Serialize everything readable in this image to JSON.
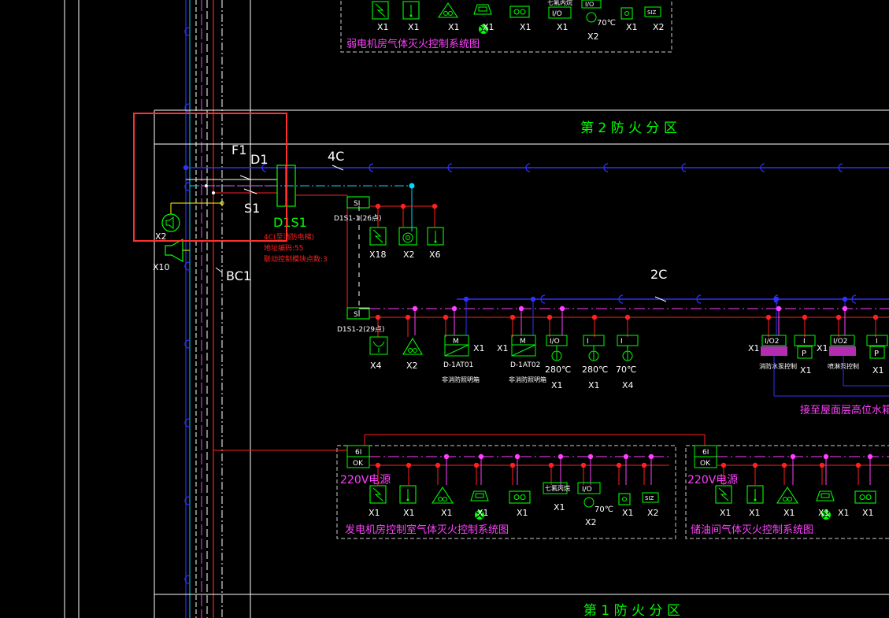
{
  "zones": {
    "zone2": "第 2 防 火 分 区",
    "zone1": "第 1 防 火 分 区"
  },
  "panels": {
    "top": {
      "title": "弱电机房气体灭火控制系统图"
    },
    "generator": {
      "title": "发电机房控制室气体灭火控制系统图",
      "power": "220V电源",
      "module_top": "6I",
      "module_bot": "OK"
    },
    "oil": {
      "title": "储油间气体灭火控制系统图",
      "power": "220V电源",
      "module_top": "6I",
      "module_bot": "OK"
    }
  },
  "selection": {
    "labels": {
      "f1": "F1",
      "d1": "D1",
      "s1": "S1",
      "d1s1": "D1S1",
      "x2": "X2",
      "x10": "X10",
      "bc1": "BC1"
    },
    "notes": [
      "4C(至消防电梯)",
      "地址编码:55",
      "联动控制模块点数:3"
    ]
  },
  "bus": {
    "label_4c": "4C",
    "label_2c": "2C",
    "si1": "D1S1-1(26点)",
    "si2": "D1S1-2(29点)",
    "si_box": "SI"
  },
  "row1_devices": [
    {
      "label": "X18",
      "icon": "smoke-detector-icon"
    },
    {
      "label": "X2",
      "icon": "sounder-icon"
    },
    {
      "label": "X6",
      "icon": "manual-call-point-icon"
    }
  ],
  "row2_devices": [
    {
      "box": "",
      "label": "X4",
      "icon": "heat-detector-icon"
    },
    {
      "box": "",
      "label": "X2",
      "icon": "alarm-bell-icon"
    },
    {
      "box": "M",
      "label": "D-1AT01",
      "sub": "非消防照明箱",
      "side": "X1",
      "icon": "motor-module-icon"
    },
    {
      "box": "M",
      "label": "D-1AT02",
      "sub": "非消防照明箱",
      "side": "X1",
      "icon": "motor-module-icon"
    },
    {
      "box": "I/O",
      "temp": "280℃",
      "label": "X1",
      "icon": "fire-damper-icon"
    },
    {
      "box": "I",
      "temp": "280℃",
      "label": "X1",
      "icon": "fire-damper-icon"
    },
    {
      "box": "I",
      "temp": "70℃",
      "label": "X4",
      "icon": "fire-damper-icon"
    },
    {
      "box": "I/O2",
      "label": "X1",
      "side": "X1",
      "sub": "消防水泵控制",
      "icon": "pump-module-icon"
    },
    {
      "box": "P",
      "label": "X1",
      "icon": "pressure-switch-icon"
    },
    {
      "box": "I/O2",
      "label": "X1",
      "side": "X1",
      "sub": "喷淋泵控制",
      "icon": "pump-module-icon"
    },
    {
      "box": "P",
      "label": "X1",
      "icon": "pressure-switch-icon"
    }
  ],
  "roof_note": "接至屋面层高位水箱流",
  "top_panel_labels": [
    "X1",
    "X1",
    "X1",
    "X1",
    "X1",
    "X1",
    "X2",
    "X1",
    "X2"
  ],
  "top_panel_valve": "七氟丙烷",
  "top_panel_temp": "70℃",
  "gen_labels": [
    "X1",
    "X1",
    "X1",
    "X1",
    "X1",
    "X1",
    "X2",
    "X1",
    "X2"
  ],
  "gen_valve": "七氟丙烷",
  "gen_temp": "70℃",
  "oil_labels": [
    "X1",
    "X1",
    "X1",
    "X1",
    "X1",
    "X1"
  ]
}
